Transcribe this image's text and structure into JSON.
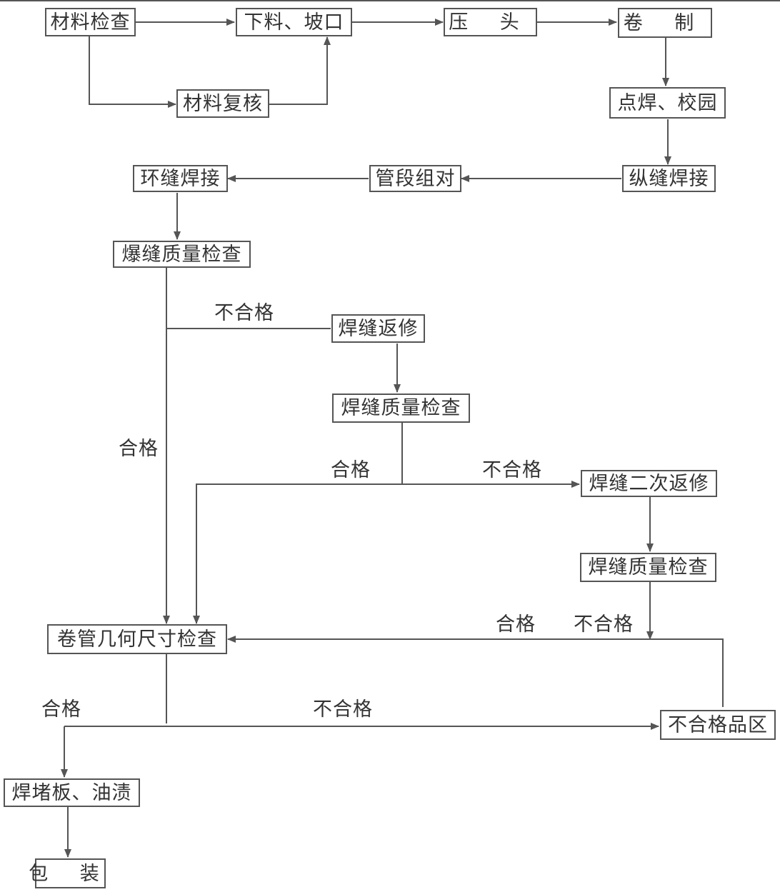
{
  "nodes": {
    "material_check": "材料检查",
    "cutting_bevel": "下料、坡口",
    "pressing": "压  头",
    "rolling": "卷  制",
    "material_recheck": "材料复核",
    "tack_weld_round": "点焊、校园",
    "longitudinal_weld": "纵缝焊接",
    "pipe_assembly": "管段组对",
    "circumferential_weld": "环缝焊接",
    "weld_quality_check_1": "爆缝质量检查",
    "weld_repair": "焊缝返修",
    "weld_quality_check_2": "焊缝质量检查",
    "weld_second_repair": "焊缝二次返修",
    "weld_quality_check_3": "焊缝质量检查",
    "geometry_check": "卷管几何尺寸检查",
    "reject_area": "不合格品区",
    "plug_oil": "焊堵板、油渍",
    "packing": "包  装"
  },
  "labels": {
    "fail_1": "不合格",
    "pass_1": "合格",
    "pass_2": "合格",
    "fail_2": "不合格",
    "pass_3": "合格",
    "fail_3": "不合格",
    "pass_4": "合格",
    "fail_4": "不合格"
  },
  "colors": {
    "line": "#555555",
    "text": "#333333"
  }
}
